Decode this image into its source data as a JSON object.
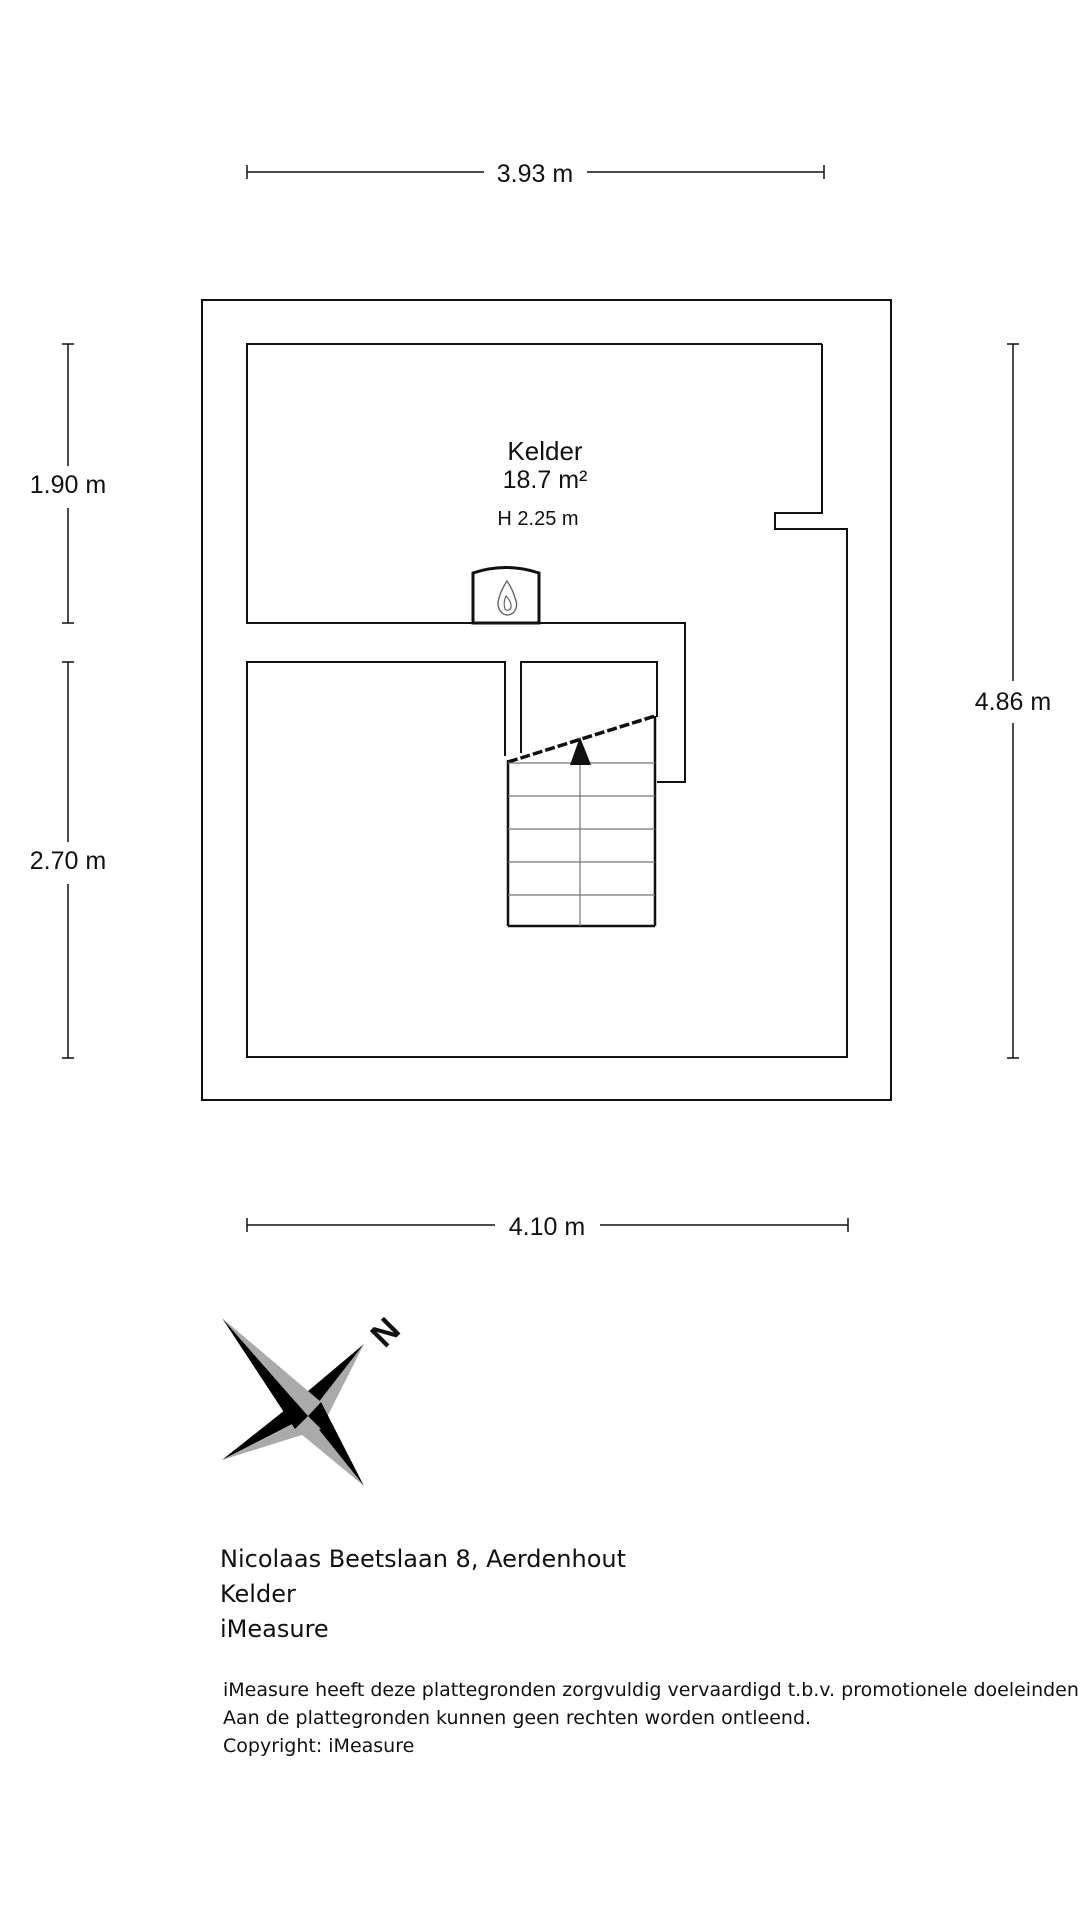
{
  "dimensions": {
    "top_width": "3.93 m",
    "bottom_width": "4.10 m",
    "left_upper": "1.90 m",
    "left_lower": "2.70 m",
    "right_height": "4.86 m"
  },
  "room": {
    "name": "Kelder",
    "area": "18.7 m²",
    "height": "H 2.25 m"
  },
  "compass": {
    "north_label": "N"
  },
  "info": {
    "address": "Nicolaas Beetslaan 8, Aerdenhout",
    "floor": "Kelder",
    "company": "iMeasure"
  },
  "disclaimer": {
    "line1": "iMeasure heeft deze plattegronden zorgvuldig vervaardigd t.b.v. promotionele doeleinden.",
    "line2": "Aan de plattegronden kunnen geen rechten worden ontleend.",
    "line3": "Copyright: iMeasure"
  },
  "colors": {
    "line": "#111111",
    "compass_dark": "#000000",
    "compass_light": "#aaaaaa"
  }
}
